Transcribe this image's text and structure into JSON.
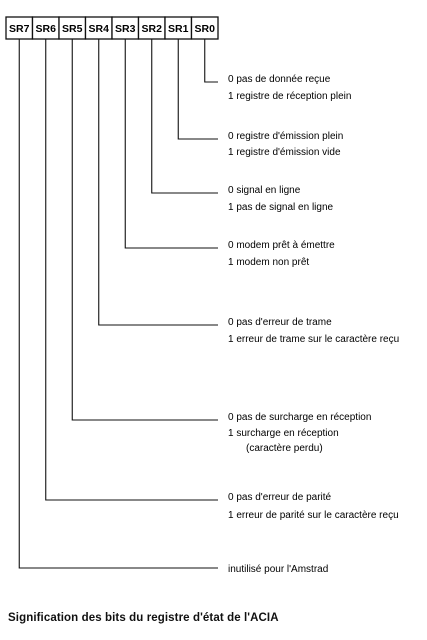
{
  "bits": [
    {
      "label": "SR7",
      "lines": [
        "inutilisé pour l'Amstrad"
      ]
    },
    {
      "label": "SR6",
      "lines": [
        "0  pas d'erreur de parité",
        "1  erreur de parité sur le caractère reçu"
      ]
    },
    {
      "label": "SR5",
      "lines": [
        "0  pas de surcharge en réception",
        "1  surcharge en réception",
        "(caractère perdu)"
      ]
    },
    {
      "label": "SR4",
      "lines": [
        "0  pas d'erreur de trame",
        "1  erreur de trame sur le caractère reçu"
      ]
    },
    {
      "label": "SR3",
      "lines": [
        "0  modem prêt à émettre",
        "1  modem non prêt"
      ]
    },
    {
      "label": "SR2",
      "lines": [
        "0  signal en ligne",
        "1  pas de signal en ligne"
      ]
    },
    {
      "label": "SR1",
      "lines": [
        "0  registre d'émission plein",
        "1  registre d'émission vide"
      ]
    },
    {
      "label": "SR0",
      "lines": [
        "0  pas de donnée reçue",
        "1  registre de réception plein"
      ]
    }
  ],
  "caption": "Signification des bits du registre d'état de l'ACIA"
}
